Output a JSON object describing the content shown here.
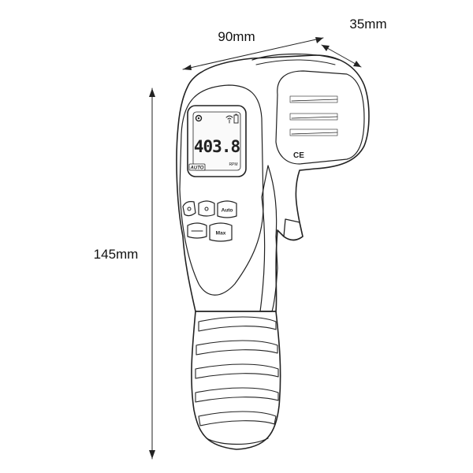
{
  "dimensions": {
    "width": "90mm",
    "depth": "35mm",
    "height": "145mm"
  },
  "display": {
    "reading": "403.8",
    "unit": "RPM",
    "mode_badge": "AUTO"
  },
  "buttons": {
    "auto": "Auto",
    "max": "Max"
  },
  "label": {
    "ce_mark": "CE"
  }
}
